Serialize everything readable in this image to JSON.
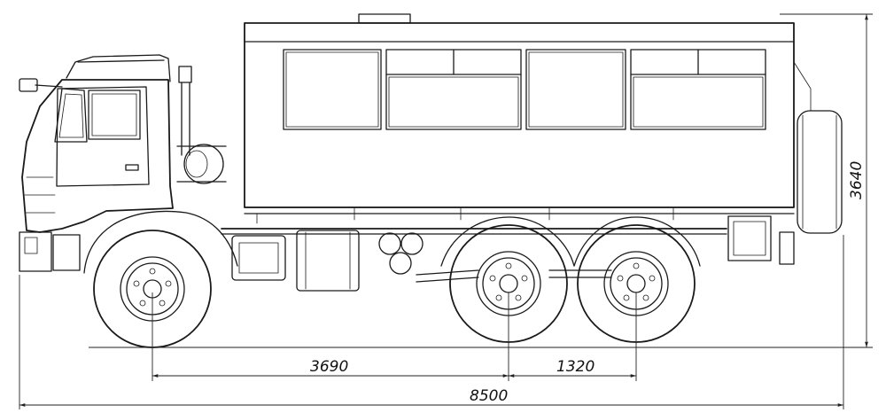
{
  "dimensions": {
    "wheelbase_front": "3690",
    "wheelbase_rear": "1320",
    "overall_length": "8500",
    "overall_height": "3640"
  }
}
